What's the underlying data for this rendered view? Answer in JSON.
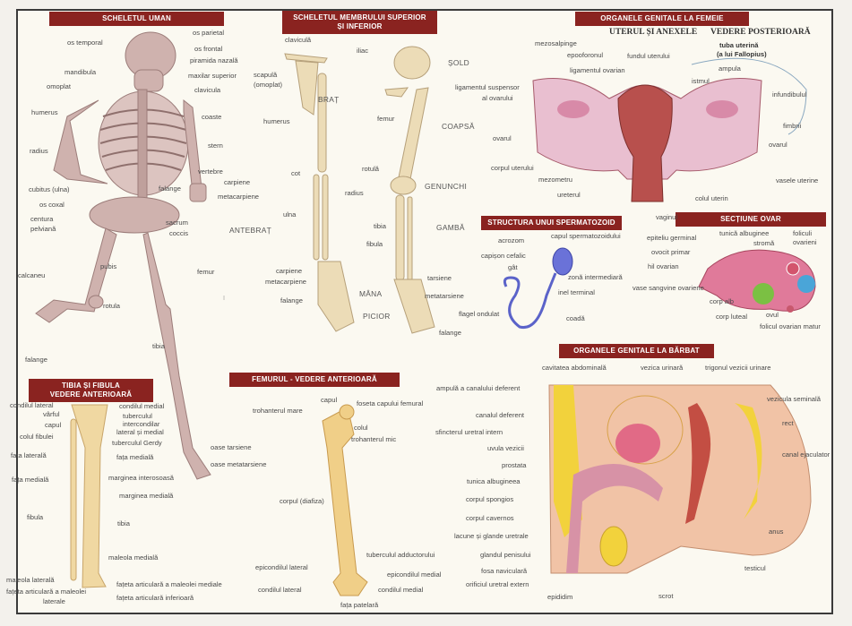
{
  "colors": {
    "header": "#8a2320",
    "bone": "#e9d3a4",
    "skeleton": "#c7a9a6",
    "uterus": "#b8504d",
    "sperm": "#5b63c9",
    "ovary": "#e07a9a",
    "fat": "#f2d23c"
  },
  "skeleton": {
    "title": "SCHELETUL UMAN",
    "labels": [
      "os temporal",
      "os parietal",
      "os frontal",
      "piramida nazală",
      "mandibula",
      "maxilar superior",
      "omoplat",
      "clavicula",
      "humerus",
      "coaste",
      "stern",
      "radius",
      "vertebre",
      "carpiene",
      "falange",
      "metacarpiene",
      "cubitus (ulna)",
      "os coxal",
      "centura",
      "pelviană",
      "sacrum",
      "coccis",
      "pubis",
      "femur",
      "calcaneu",
      "rotula",
      "tibia",
      "falange",
      "oase tarsiene",
      "oase metatarsiene"
    ]
  },
  "limbs": {
    "title_line1": "SCHELETUL MEMBRULUI SUPERIOR",
    "title_line2": "ȘI INFERIOR",
    "labels": [
      "claviculă",
      "iliac",
      "scapulă",
      "(omoplat)",
      "humerus",
      "femur",
      "cot",
      "rotulă",
      "radius",
      "ulna",
      "tibia",
      "fibula",
      "carpiene",
      "metacarpiene",
      "falange",
      "tarsiene",
      "metatarsiene",
      "falange"
    ],
    "regions": [
      "ȘOLD",
      "BRAȚ",
      "COAPSĂ",
      "GENUNCHI",
      "ANTEBRAȚ",
      "GAMBĂ",
      "MÂNA",
      "PICIOR"
    ]
  },
  "female": {
    "title": "ORGANELE GENITALE LA FEMEIE",
    "subtitle_left": "UTERUL ȘI ANEXELE",
    "subtitle_right": "VEDERE POSTERIOARĂ",
    "tube_line1": "tuba uterină",
    "tube_line2": "(a lui Fallopius)",
    "labels": [
      "mezosalpinge",
      "epooforonul",
      "fundul uterului",
      "ligamentul ovarian",
      "ligamentul suspensor",
      "al ovarului",
      "ampula",
      "istmul",
      "infundibulul",
      "ovarul",
      "fimbrii",
      "ovarul",
      "corpul uterului",
      "vasele uterine",
      "mezometru",
      "ureterul",
      "colul uterin",
      "vaginul"
    ]
  },
  "sperm": {
    "title": "STRUCTURA UNUI SPERMATOZOID",
    "labels": [
      "acrozom",
      "capul spermatozoidului",
      "capișon cefalic",
      "gât",
      "zonă intermediară",
      "inel terminal",
      "flagel ondulat",
      "coadă"
    ]
  },
  "ovary": {
    "title": "SECȚIUNE OVAR",
    "labels": [
      "epiteliu germinal",
      "tunică albuginee",
      "foliculi",
      "ovarieni",
      "stromă",
      "ovocit primar",
      "hil ovarian",
      "vase sangvine ovariene",
      "corp alb",
      "corp luteal",
      "ovul",
      "folicul ovarian matur"
    ]
  },
  "male": {
    "title": "ORGANELE GENITALE LA BĂRBAT",
    "labels": [
      "cavitatea abdominală",
      "vezica urinară",
      "trigonul vezicii urinare",
      "ampulă a canalului deferent",
      "vezicula seminală",
      "canalul deferent",
      "rect",
      "sfincterul uretral intern",
      "uvula vezicii",
      "canal ejaculator",
      "prostata",
      "tunica albugineea",
      "corpul spongios",
      "corpul cavernos",
      "lacune și glande uretrale",
      "anus",
      "glandul penisului",
      "testicul",
      "fosa naviculară",
      "orificiul uretral extern",
      "epididim",
      "scrot"
    ]
  },
  "tibia": {
    "title_line1": "TIBIA ȘI FIBULA",
    "title_line2": "VEDERE ANTERIOARĂ",
    "labels": [
      "condilul lateral",
      "condilul medial",
      "vârful",
      "tuberculul",
      "intercondilar",
      "lateral și medial",
      "capul",
      "colul fibulei",
      "tuberculul Gerdy",
      "fața laterală",
      "fața medială",
      "fața medială",
      "marginea interosoasă",
      "marginea medială",
      "fibula",
      "tibia",
      "maleola medială",
      "maleola laterală",
      "fațeta articulară a maleolei mediale",
      "fațeta articulară a maleolei",
      "laterale",
      "fațeta articulară inferioară"
    ]
  },
  "femur": {
    "title": "FEMURUL - VEDERE ANTERIOARĂ",
    "labels": [
      "capul",
      "foseta capului femural",
      "trohanterul mare",
      "colul",
      "trohanterul mic",
      "corpul (diafiza)",
      "tuberculul  adductorului",
      "epicondilul lateral",
      "epicondilul medial",
      "condilul lateral",
      "condilul medial",
      "fața patelară"
    ]
  }
}
